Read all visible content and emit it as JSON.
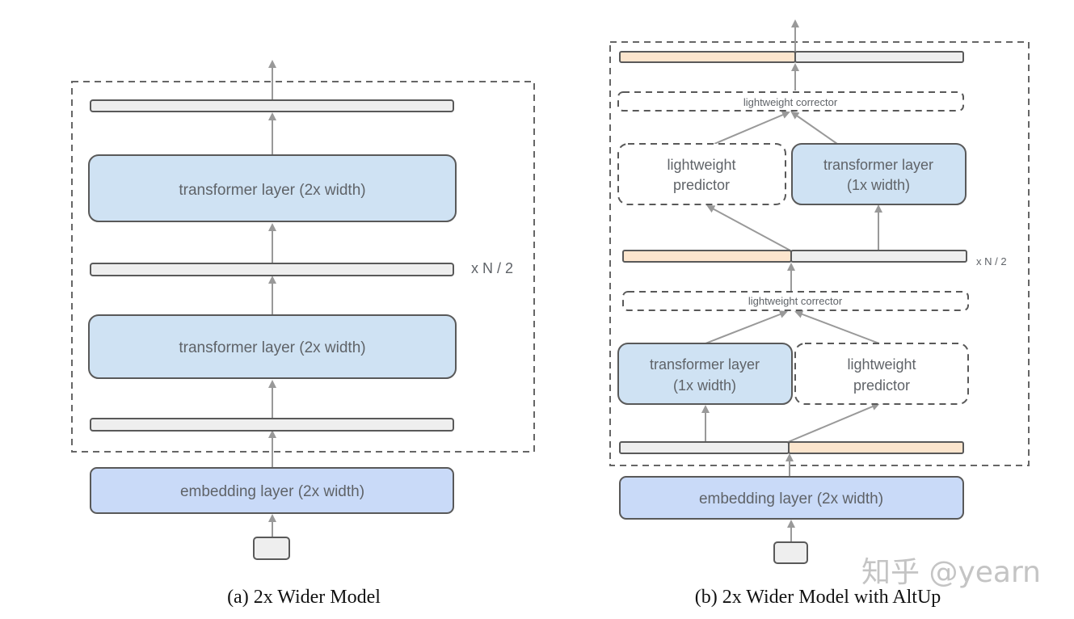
{
  "colors": {
    "layer_fill": "#cfe2f3",
    "embed_fill": "#c9daf8",
    "vector_gray": "#eeeeee",
    "vector_orange": "#fce5cd",
    "stroke": "#595959",
    "arrow": "#999999",
    "dashed": "#666666"
  },
  "panel_a": {
    "caption": "(a) 2x Wider Model",
    "transformer_top": "transformer layer (2x width)",
    "transformer_bottom": "transformer layer (2x width)",
    "embedding": "embedding layer (2x width)",
    "repeat_label": "x N / 2"
  },
  "panel_b": {
    "caption": "(b) 2x Wider Model with AltUp",
    "top_corrector": "lightweight corrector",
    "top_predictor_line1": "lightweight",
    "top_predictor_line2": "predictor",
    "top_transformer_line1": "transformer layer",
    "top_transformer_line2": "(1x width)",
    "mid_corrector": "lightweight corrector",
    "bottom_transformer_line1": "transformer layer",
    "bottom_transformer_line2": "(1x width)",
    "bottom_predictor_line1": "lightweight",
    "bottom_predictor_line2": "predictor",
    "embedding": "embedding layer (2x width)",
    "repeat_label": "x N / 2"
  },
  "watermark": "知乎 @yearn"
}
